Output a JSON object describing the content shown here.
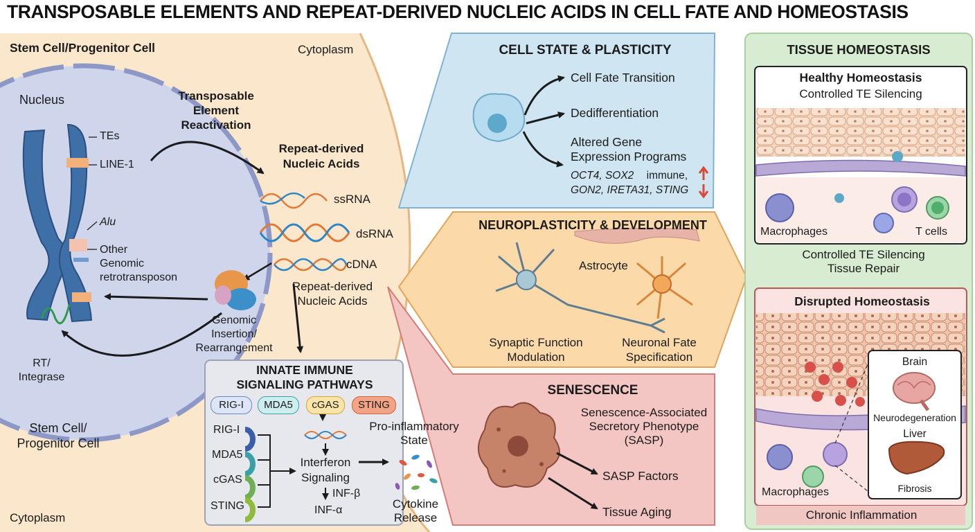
{
  "title": "TRANSPOSABLE ELEMENTS AND REPEAT-DERIVED NUCLEIC ACIDS IN CELL FATE AND HOMEOSTASIS",
  "colors": {
    "cytoplasm": "#fbe7cc",
    "nucleus": "#cfd6ec",
    "nucleus_border": "#8d98c6",
    "chromosome": "#3e6fa6",
    "cell_state_panel": "#cfe6f2",
    "neuro_panel": "#fbd9a8",
    "senescence_panel": "#f3c6c4",
    "tissue_panel": "#d8ecd2",
    "immune_panel": "#e6e8ee"
  },
  "left": {
    "cell_label": "Stem Cell/Progenitor Cell",
    "cytoplasm_top": "Cytoplasm",
    "nucleus": "Nucleus",
    "tes": "TEs",
    "line1": "LINE-1",
    "alu": "Alu",
    "other_1": "Other",
    "other_2": "Genomic",
    "other_3": "retrotransposon",
    "te_react_1": "Transposable",
    "te_react_2": "Element",
    "te_react_3": "Reactivation",
    "rt_1": "RT/",
    "rt_2": "Integrase",
    "stem_bottom_1": "Stem Cell/",
    "stem_bottom_2": "Progenitor Cell",
    "cytoplasm_bottom": "Cytoplasm",
    "genomic_1": "Genomic",
    "genomic_2": "Insertion/",
    "genomic_3": "Rearrangement"
  },
  "nucleic": {
    "heading_1": "Repeat-derived",
    "heading_2": "Nucleic Acids",
    "ssrna": "ssRNA",
    "dsrna": "dsRNA",
    "cdna": "cDNA",
    "footer_1": "Repeat-derived",
    "footer_2": "Nucleic Acids"
  },
  "immune": {
    "heading_1": "INNATE IMMUNE",
    "heading_2": "SIGNALING PATHWAYS",
    "pills": [
      "RIG-I",
      "MDA5",
      "cGAS",
      "STING"
    ],
    "receptors": [
      "RIG-I",
      "MDA5",
      "cGAS",
      "STING"
    ],
    "interferon_1": "Interferon",
    "interferon_2": "Signaling",
    "inf_b": "INF-β",
    "inf_a": "INF-α",
    "proinf_1": "Pro-inflammatory",
    "proinf_2": "State",
    "cytokine_1": "Cytokine",
    "cytokine_2": "Release"
  },
  "cell_state": {
    "heading": "CELL STATE & PLASTICITY",
    "item1": "Cell Fate Transition",
    "item2": "Dedifferentiation",
    "item3_1": "Altered Gene",
    "item3_2": "Expression Programs",
    "genes_1a": "OCT4, SOX2",
    "genes_1b": " immune,",
    "genes_2": "GON2, IRETA31, STING"
  },
  "neuro": {
    "heading": "NEUROPLASTICITY & DEVELOPMENT",
    "astrocyte": "Astrocyte",
    "synaptic_1": "Synaptic Function",
    "synaptic_2": "Modulation",
    "neuronal_1": "Neuronal Fate",
    "neuronal_2": "Specification"
  },
  "senescence": {
    "heading": "SENESCENCE",
    "sasp_1": "Senescence-Associated",
    "sasp_2": "Secretory Phenotype",
    "sasp_3": "(SASP)",
    "factors": "SASP Factors",
    "aging": "Tissue Aging"
  },
  "tissue": {
    "heading": "TISSUE HOMEOSTASIS",
    "healthy_title": "Healthy Homeostasis",
    "healthy_sub": "Controlled TE Silencing",
    "macrophages": "Macrophages",
    "tcells": "T cells",
    "repair_1": "Controlled TE Silencing",
    "repair_2": "Tissue Repair",
    "disrupted_title": "Disrupted Homeostasis",
    "brain": "Brain",
    "neurodegeneration": "Neurodegeneration",
    "liver": "Liver",
    "fibrosis": "Fibrosis",
    "macrophages2": "Macrophages",
    "chronic": "Chronic Inflammation"
  }
}
